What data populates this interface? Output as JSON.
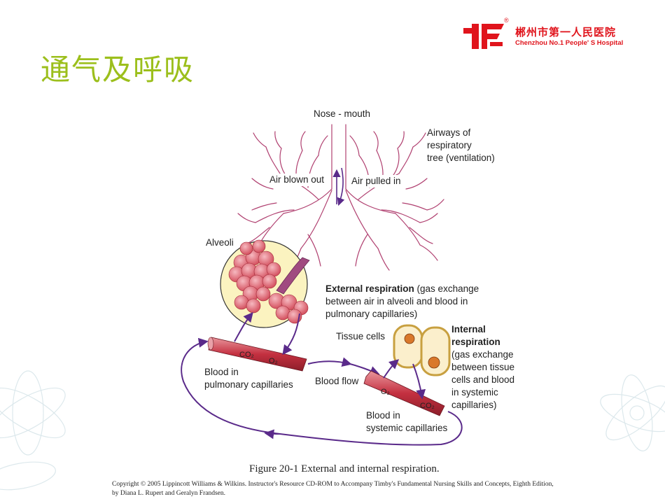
{
  "slide": {
    "title": "通气及呼吸",
    "logo": {
      "name_cn": "郴州市第一人民医院",
      "name_en": "Chenzhou No.1 People' S Hospital",
      "registered": "®"
    }
  },
  "diagram": {
    "labels": {
      "nose_mouth": "Nose - mouth",
      "airways_line1": "Airways of",
      "airways_line2": "respiratory",
      "airways_line3": "tree (ventilation)",
      "air_blown_out": "Air blown out",
      "air_pulled_in": "Air pulled in",
      "alveoli": "Alveoli",
      "external_bold": "External respiration",
      "external_rest1": " (gas exchange",
      "external_rest2": "between air in alveoli and blood in",
      "external_rest3": "pulmonary capillaries)",
      "tissue_cells": "Tissue cells",
      "internal_bold1": "Internal",
      "internal_bold2": "respiration",
      "internal_rest1": "(gas exchange",
      "internal_rest2": "between tissue",
      "internal_rest3": "cells and blood",
      "internal_rest4": "in systemic",
      "internal_rest5": "capillaries)",
      "blood_pulm1": "Blood in",
      "blood_pulm2": "pulmonary capillaries",
      "blood_flow": "Blood flow",
      "blood_sys1": "Blood in",
      "blood_sys2": "systemic capillaries",
      "co2": "CO₂",
      "o2": "O₂"
    },
    "caption": "Figure 20-1 External and internal respiration.",
    "copyright_line1": "Copyright © 2005 Lippincott Williams & Wilkins.  Instructor's Resource CD-ROM to Accompany Timby's Fundamental Nursing Skills and Concepts, Eighth Edition,",
    "copyright_line2": "by Diana L. Rupert and Geralyn Frandsen."
  },
  "colors": {
    "title": "#9cbf1c",
    "logo_red": "#e0141c",
    "airway": "#b04070",
    "arrow_purple": "#5a2a8a",
    "capillary": "#c0303a",
    "alveoli_bg": "#fbf3c0"
  }
}
